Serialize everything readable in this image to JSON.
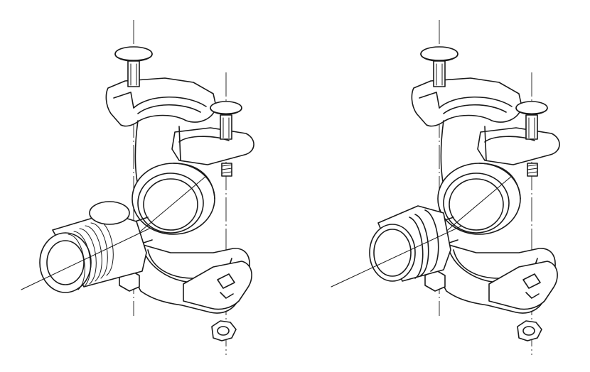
{
  "figure": {
    "variants": [
      {
        "id": "threaded-nipple-outlet",
        "fitting": "threaded"
      },
      {
        "id": "grooved-outlet",
        "fitting": "grooved"
      }
    ],
    "colors": {
      "line": "#1a1a1a",
      "background": "#ffffff"
    }
  }
}
